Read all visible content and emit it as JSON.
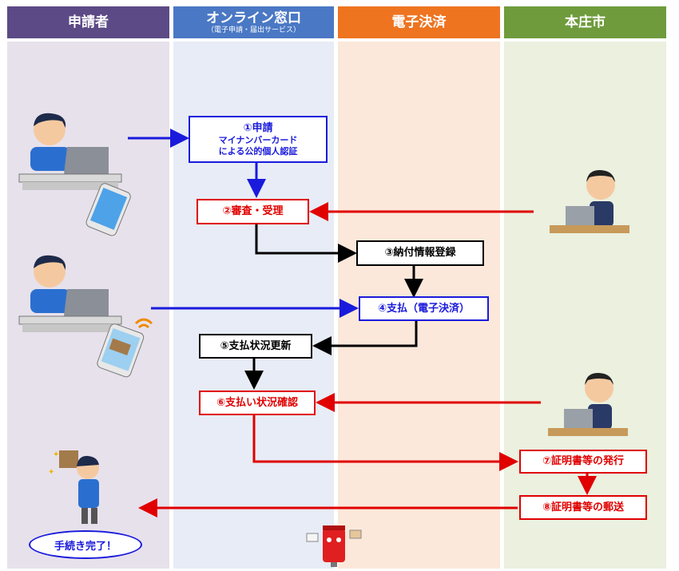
{
  "lanes": [
    {
      "title": "申請者",
      "subtitle": "",
      "color": "#5c4a86",
      "bg": "#e7e1ec"
    },
    {
      "title": "オンライン窓口",
      "subtitle": "（電子申請・届出サービス）",
      "color": "#4a78c4",
      "bg": "#e7ecf6"
    },
    {
      "title": "電子決済",
      "subtitle": "",
      "color": "#ee7420",
      "bg": "#fbe8da"
    },
    {
      "title": "本庄市",
      "subtitle": "",
      "color": "#6f9b3c",
      "bg": "#ebf0df"
    }
  ],
  "steps": {
    "s1": {
      "title": "①申請",
      "line1": "マイナンバーカード",
      "line2": "による公的個人認証"
    },
    "s2": "②審査・受理",
    "s3": "③納付情報登録",
    "s4": "④支払（電子決済）",
    "s5": "⑤支払状況更新",
    "s6": "⑥支払い状況確認",
    "s7": "⑦証明書等の発行",
    "s8": "⑧証明書等の郵送"
  },
  "done_label": "手続き完了！",
  "colors": {
    "blue": "#1a1adc",
    "red": "#e00000",
    "black": "#000000"
  },
  "icons": [
    "person-laptop-icon",
    "smartphone-icon",
    "person-laptop-icon",
    "smartphone-payment-icon",
    "official-icon",
    "official-icon",
    "happy-person-icon",
    "mailbox-icon"
  ]
}
